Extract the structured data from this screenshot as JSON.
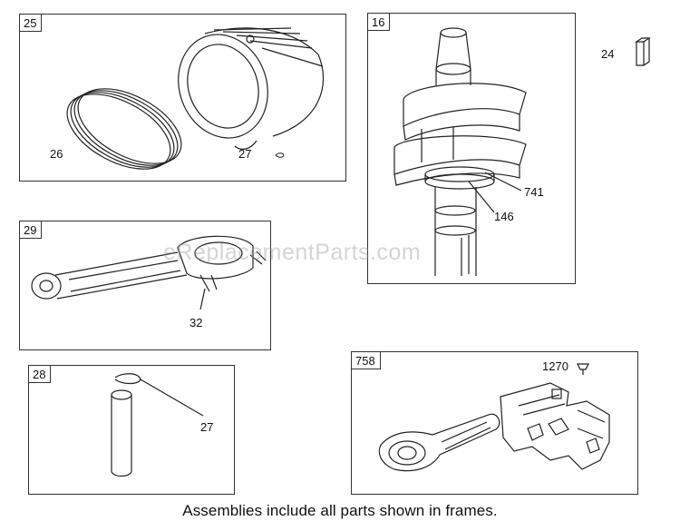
{
  "frames": {
    "piston": {
      "tag": "25",
      "callouts": [
        "26",
        "27"
      ]
    },
    "crank": {
      "tag": "16",
      "callouts": [
        "741",
        "146"
      ]
    },
    "rod": {
      "tag": "29",
      "callouts": [
        "32"
      ]
    },
    "pin": {
      "tag": "28",
      "callouts": [
        "27"
      ]
    },
    "cover": {
      "tag": "758",
      "callouts": [
        "1270"
      ]
    }
  },
  "loose_part": {
    "label": "24"
  },
  "watermark": "eReplacementParts.com",
  "caption": "Assemblies include all parts shown in frames."
}
